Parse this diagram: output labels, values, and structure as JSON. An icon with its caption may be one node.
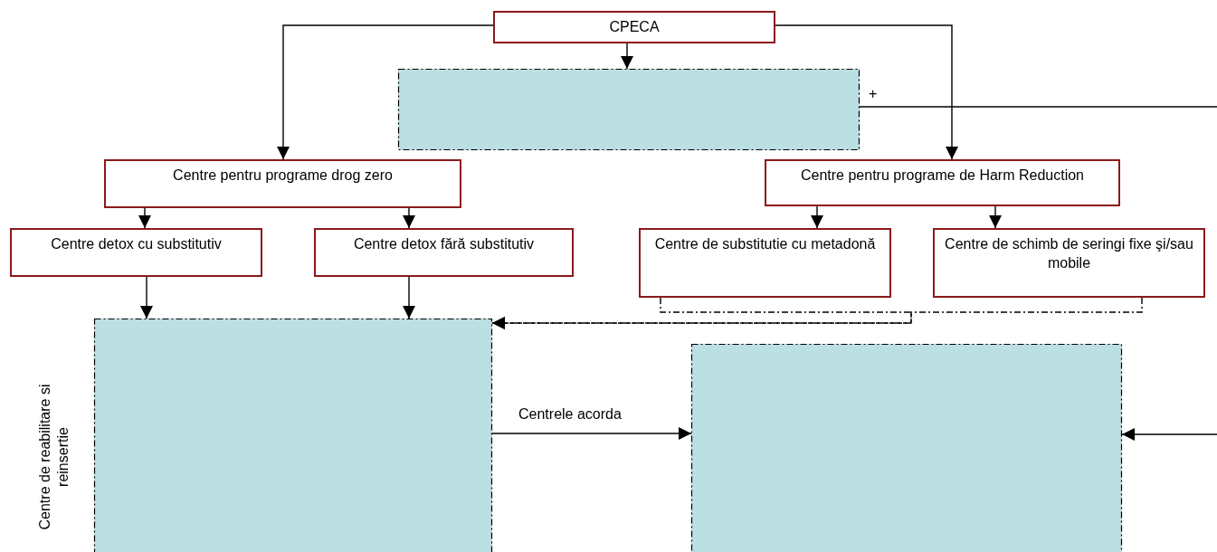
{
  "diagram": {
    "nodes": [
      {
        "text": [
          "CPECA"
        ]
      },
      {
        "text": [],
        "shape": "box"
      },
      {
        "text": [
          "Centre pentru programe drog zero"
        ]
      },
      {
        "text": [
          "Centre pentru programe de Harm Reduction"
        ]
      },
      {
        "text": [
          "Centre detox cu substitutiv"
        ]
      },
      {
        "text": [
          "Centre detox fără substitutiv"
        ]
      },
      {
        "text": [
          "Centre de substitutie cu metadonă"
        ]
      },
      {
        "text": [
          "Centre de schimb de seringi fixe şi/sau mobile"
        ]
      },
      {
        "text": [],
        "shape": "box",
        "beside": [
          "Centre de reabilitare si reinsertie"
        ]
      },
      {
        "text": [],
        "shape": "box"
      }
    ],
    "edges": [
      {
        "from": 0,
        "to": 1,
        "arrow": "to"
      },
      {
        "from": 0,
        "to": 2,
        "arrow": "to"
      },
      {
        "from": 0,
        "to": 3,
        "arrow": "to"
      },
      {
        "from": 1,
        "to": null,
        "arrow": "none",
        "label": "+"
      },
      {
        "from": 2,
        "to": 4,
        "arrow": "to"
      },
      {
        "from": 2,
        "to": 5,
        "arrow": "to"
      },
      {
        "from": 3,
        "to": 6,
        "arrow": "to"
      },
      {
        "from": 3,
        "to": 7,
        "arrow": "to"
      },
      {
        "from": 4,
        "to": 8,
        "arrow": "to"
      },
      {
        "from": 5,
        "to": 8,
        "arrow": "to"
      },
      {
        "from": 6,
        "to": 8,
        "arrow": "to",
        "style": "dashed"
      },
      {
        "from": 7,
        "to": 8,
        "arrow": "to",
        "style": "dashed"
      },
      {
        "from": 8,
        "to": 9,
        "arrow": "to",
        "label": "Centrele acorda"
      },
      {
        "from": null,
        "to": 9,
        "arrow": "to"
      }
    ]
  }
}
